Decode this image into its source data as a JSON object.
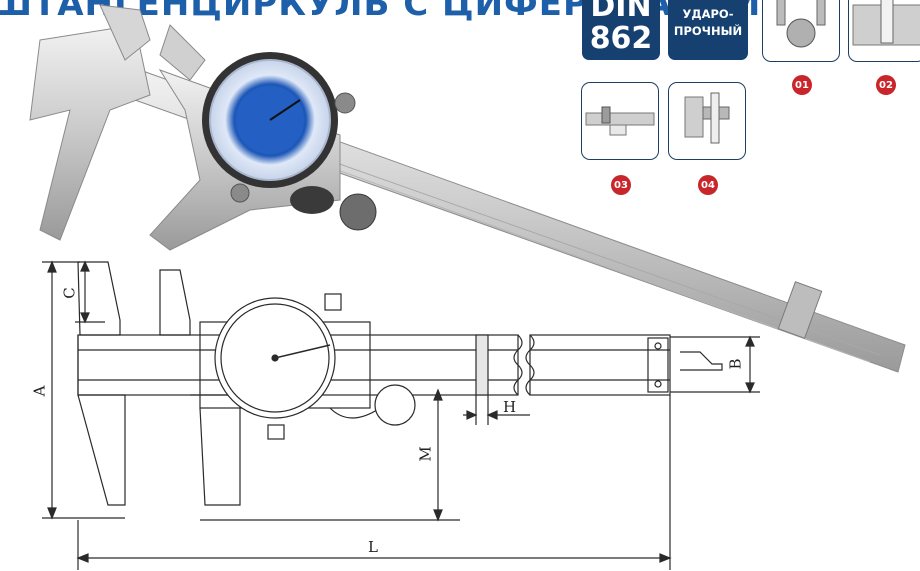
{
  "header": {
    "title_start": "ШТАНГЕНЦИРКУЛЬ ",
    "title_highlight": "С ЦИФЕРБЛАТОМ"
  },
  "badges": {
    "din_line1": "DIN",
    "din_line2": "862",
    "shock_line1": "УДАРО-",
    "shock_line2": "ПРОЧНЫЙ"
  },
  "measure_modes": [
    {
      "number": "01",
      "icon": "outside-measure-icon"
    },
    {
      "number": "02",
      "icon": "inside-measure-icon"
    },
    {
      "number": "03",
      "icon": "step-measure-icon"
    },
    {
      "number": "04",
      "icon": "depth-measure-icon"
    }
  ],
  "dimensions": {
    "A": "A",
    "B": "B",
    "C": "C",
    "H": "H",
    "L": "L",
    "M": "M"
  },
  "colors": {
    "brand_blue": "#15406f",
    "accent_blue": "#1d5fa8",
    "number_red": "#c8262a"
  }
}
